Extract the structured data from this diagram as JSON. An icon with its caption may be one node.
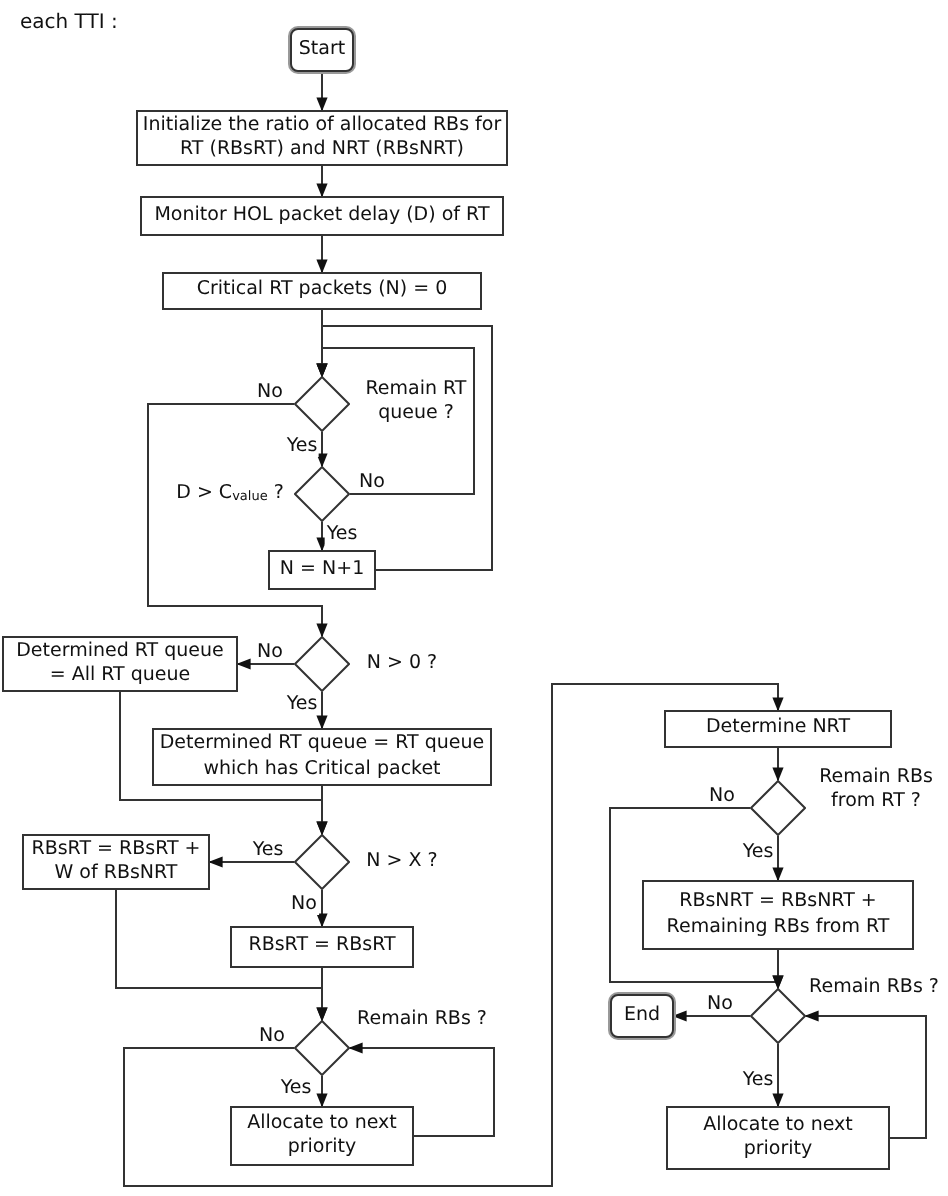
{
  "diagram": {
    "nodes": [
      {
        "text": [
          "Start"
        ]
      },
      {
        "text": [
          "Initialize the ratio of allocated RBs for RT (RBsRT) and NRT (RBsNRT)"
        ]
      },
      {
        "text": [
          "Monitor HOL packet delay (D) of RT"
        ]
      },
      {
        "text": [
          "Critical RT packets (N) = 0"
        ]
      },
      {
        "text": [],
        "shape": "diamond",
        "beside": [
          "Remain RT queue ?"
        ]
      },
      {
        "text": [],
        "shape": "diamond",
        "beside": [
          "D > C$_{value}$ ?"
        ]
      },
      {
        "text": [
          "N = N+1"
        ]
      },
      {
        "text": [],
        "shape": "diamond",
        "beside": [
          "N > 0 ?"
        ]
      },
      {
        "text": [
          "Determined RT queue = All RT queue"
        ]
      },
      {
        "text": [
          "Determined RT queue = RT queue which has Critical packet"
        ]
      },
      {
        "text": [],
        "shape": "diamond",
        "beside": [
          "N > X ?"
        ]
      },
      {
        "text": [
          "RBsRT = RBsRT + W of RBsNRT"
        ]
      },
      {
        "text": [
          "RBsRT = RBsRT"
        ]
      },
      {
        "text": [],
        "shape": "diamond",
        "beside": [
          "Remain RBs ?"
        ]
      },
      {
        "text": [
          "Allocate to next priority"
        ]
      },
      {
        "text": [
          "Determine NRT"
        ]
      },
      {
        "text": [],
        "shape": "diamond",
        "beside": [
          "Remain RBs from RT ?"
        ]
      },
      {
        "text": [
          "RBsNRT = RBsNRT + Remaining RBs from RT"
        ]
      },
      {
        "text": [],
        "shape": "diamond",
        "beside": [
          "Remain RBs ?"
        ]
      },
      {
        "text": [
          "End"
        ]
      },
      {
        "text": [
          "Allocate to next priority"
        ]
      }
    ],
    "edges": [
      {
        "from": 0,
        "to": 1,
        "arrow": "to"
      },
      {
        "from": 1,
        "to": 2,
        "arrow": "to"
      },
      {
        "from": 2,
        "to": 3,
        "arrow": "to"
      },
      {
        "from": 3,
        "to": 4,
        "arrow": "to"
      },
      {
        "from": 4,
        "to": 5,
        "arrow": "to",
        "label": "Yes"
      },
      {
        "from": 5,
        "to": 4,
        "arrow": "to",
        "label": "No"
      },
      {
        "from": 5,
        "to": 6,
        "arrow": "to",
        "label": "Yes"
      },
      {
        "from": 6,
        "to": 4,
        "arrow": "to"
      },
      {
        "from": 4,
        "to": 7,
        "arrow": "to",
        "label": "No"
      },
      {
        "from": 7,
        "to": 8,
        "arrow": "to",
        "label": "No"
      },
      {
        "from": 7,
        "to": 9,
        "arrow": "to",
        "label": "Yes"
      },
      {
        "from": 8,
        "to": 10,
        "arrow": "to"
      },
      {
        "from": 9,
        "to": 10,
        "arrow": "to"
      },
      {
        "from": 10,
        "to": 11,
        "arrow": "to",
        "label": "Yes"
      },
      {
        "from": 10,
        "to": 12,
        "arrow": "to",
        "label": "No"
      },
      {
        "from": 11,
        "to": 13,
        "arrow": "to"
      },
      {
        "from": 12,
        "to": 13,
        "arrow": "to"
      },
      {
        "from": 13,
        "to": 14,
        "arrow": "to",
        "label": "Yes"
      },
      {
        "from": 14,
        "to": 13,
        "arrow": "to"
      },
      {
        "from": 13,
        "to": 15,
        "arrow": "to",
        "label": "No"
      },
      {
        "from": 15,
        "to": 16,
        "arrow": "to"
      },
      {
        "from": 16,
        "to": 17,
        "arrow": "to",
        "label": "Yes"
      },
      {
        "from": 16,
        "to": 18,
        "arrow": "to",
        "label": "No"
      },
      {
        "from": 17,
        "to": 18,
        "arrow": "to"
      },
      {
        "from": 18,
        "to": 19,
        "arrow": "to",
        "label": "No"
      },
      {
        "from": 18,
        "to": 20,
        "arrow": "to",
        "label": "Yes"
      },
      {
        "from": 20,
        "to": 18,
        "arrow": "to"
      }
    ],
    "labels": [
      "each TTI :"
    ]
  }
}
